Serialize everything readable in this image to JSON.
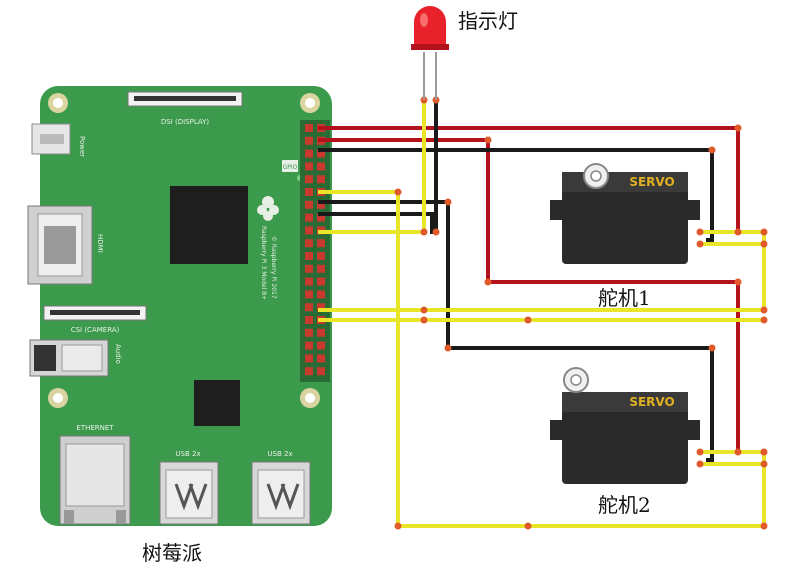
{
  "labels": {
    "led": "指示灯",
    "servo1": "舵机1",
    "servo2": "舵机2",
    "pi": "树莓派"
  },
  "servo_text": "SERVO",
  "board_silk": {
    "dsi": "DSI (DISPLAY)",
    "power": "Power",
    "hdmi": "HDMI",
    "csi": "CSI (CAMERA)",
    "audio": "Audio",
    "ethernet": "ETHERNET",
    "usb_a": "USB 2x",
    "usb_b": "USB 2x",
    "model_1": "Raspberry Pi 3 Model B+",
    "model_2": "© Raspberry Pi 2017",
    "gpio": "GPIO"
  },
  "colors": {
    "board": "#3c9a4c",
    "wire_red": "#b3121d",
    "wire_black": "#1a1a1a",
    "wire_yellow": "#e9e62a",
    "joint": "#e05a2b",
    "servo_body": "#2a2a2a",
    "servo_text": "#e0b020",
    "led": "#e8222a"
  }
}
